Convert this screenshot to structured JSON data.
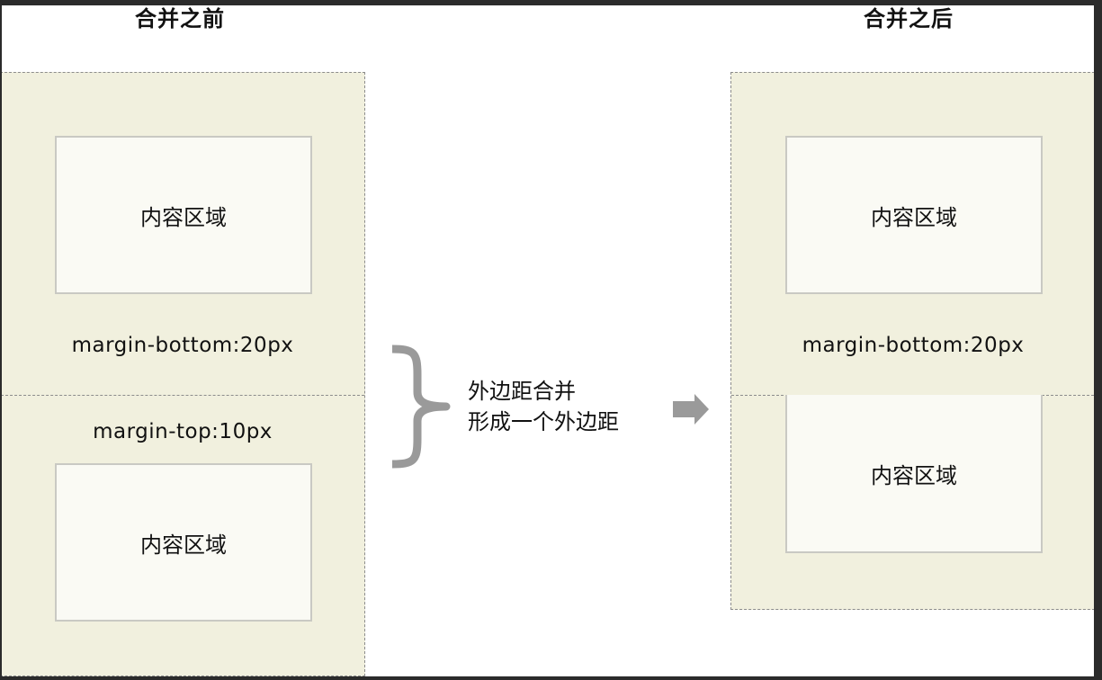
{
  "headings": {
    "before": "合并之前",
    "after": "合并之后"
  },
  "before_panel": {
    "top_content": "内容区域",
    "margin_bottom_label": "margin-bottom:20px",
    "margin_top_label": "margin-top:10px",
    "bottom_content": "内容区域"
  },
  "middle": {
    "note_line1": "外边距合并",
    "note_line2": "形成一个外边距"
  },
  "after_panel": {
    "top_content": "内容区域",
    "margin_bottom_label": "margin-bottom:20px",
    "bottom_content": "内容区域"
  },
  "colors": {
    "panel_bg": "#f1f0de",
    "content_bg": "#fafaf4",
    "dash": "#8c8c8c",
    "glyph_gray": "#9a9a9a"
  },
  "icons": {
    "brace": "right-curly-brace-icon",
    "arrow": "right-arrow-icon"
  }
}
